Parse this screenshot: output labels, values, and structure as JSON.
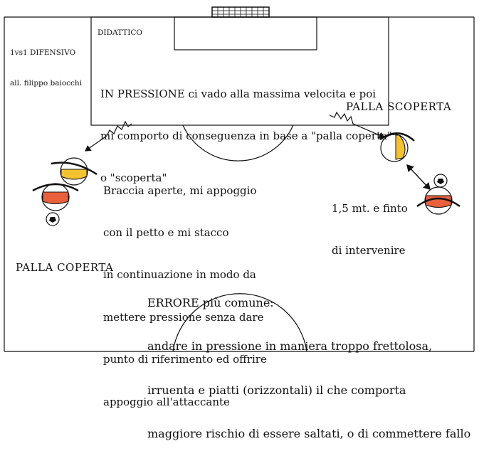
{
  "header": {
    "label_left_line1": "1vs1 DIFENSIVO",
    "label_left_line2": "all. filippo baiocchi",
    "label_didactic": "DIDATTICO"
  },
  "notes": {
    "pressure_line1": "IN PRESSIONE ci vado alla massima velocita e poi",
    "pressure_line2": "mi comporto di conseguenza in base a \"palla coperta\"",
    "pressure_line3": "o \"scoperta\"",
    "palla_scoperta": "PALLA SCOPERTA",
    "palla_coperta": "PALLA COPERTA",
    "braccia_line1": "Braccia aperte, mi appoggio",
    "braccia_line2": "con il petto e mi stacco",
    "braccia_line3": "in continuazione in modo da",
    "braccia_line4": "mettere pressione senza dare",
    "braccia_line5": "punto di riferimento ed offrire",
    "braccia_line6": "appoggio all'attaccante",
    "distance_line1": "1,5 mt. e finto",
    "distance_line2": "di intervenire",
    "errore_line1": "ERRORE più comune:",
    "errore_line2": "andare in pressione in maniera troppo frettolosa,",
    "errore_line3": "irruenta e piatti (orizzontali) il che comporta",
    "errore_line4": "maggiore rischio di essere saltati, o di commettere fallo"
  },
  "colors": {
    "line": "#111111",
    "defender_band": "#f2c230",
    "attacker_band": "#e8613c",
    "ball": "#ffffff"
  },
  "icons": [
    "goal-net-icon",
    "defender-player-icon",
    "attacker-player-icon",
    "football-icon",
    "zigzag-arrow-icon",
    "double-arrow-icon"
  ]
}
